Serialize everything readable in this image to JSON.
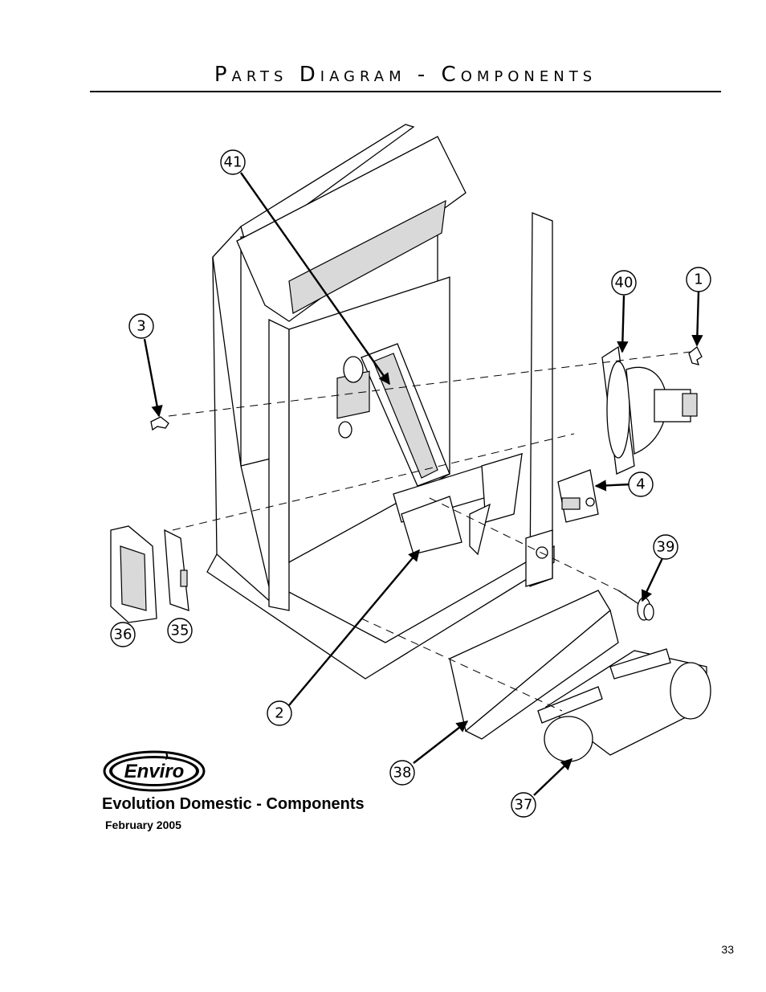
{
  "page": {
    "title": "Parts Diagram - Components",
    "caption": "Evolution Domestic - Components",
    "date": "February 2005",
    "page_number": "33"
  },
  "logo": {
    "text": "Enviro"
  },
  "callouts": [
    "41",
    "40",
    "1",
    "3",
    "4",
    "39",
    "36",
    "35",
    "2",
    "38",
    "37"
  ]
}
